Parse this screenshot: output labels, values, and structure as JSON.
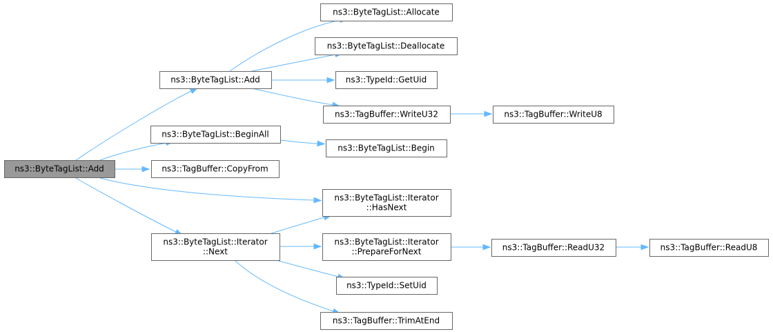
{
  "colors": {
    "edge": "#63b8ff",
    "root_fill": "#999999",
    "node_border": "#666666"
  },
  "nodes": {
    "root": [
      "ns3::ByteTagList::Add"
    ],
    "add": [
      "ns3::ByteTagList::Add"
    ],
    "begin_all": [
      "ns3::ByteTagList::BeginAll"
    ],
    "copy_from": [
      "ns3::TagBuffer::CopyFrom"
    ],
    "iter_next": [
      "ns3::ByteTagList::Iterator",
      "::Next"
    ],
    "allocate": [
      "ns3::ByteTagList::Allocate"
    ],
    "deallocate": [
      "ns3::ByteTagList::Deallocate"
    ],
    "get_uid": [
      "ns3::TypeId::GetUid"
    ],
    "write_u32": [
      "ns3::TagBuffer::WriteU32"
    ],
    "begin": [
      "ns3::ByteTagList::Begin"
    ],
    "has_next": [
      "ns3::ByteTagList::Iterator",
      "::HasNext"
    ],
    "prepare_for_next": [
      "ns3::ByteTagList::Iterator",
      "::PrepareForNext"
    ],
    "set_uid": [
      "ns3::TypeId::SetUid"
    ],
    "trim_at_end": [
      "ns3::TagBuffer::TrimAtEnd"
    ],
    "write_u8": [
      "ns3::TagBuffer::WriteU8"
    ],
    "read_u32": [
      "ns3::TagBuffer::ReadU32"
    ],
    "read_u8": [
      "ns3::TagBuffer::ReadU8"
    ]
  },
  "edges": [
    [
      "root",
      "add"
    ],
    [
      "root",
      "begin_all"
    ],
    [
      "root",
      "copy_from"
    ],
    [
      "root",
      "has_next"
    ],
    [
      "root",
      "iter_next"
    ],
    [
      "add",
      "allocate"
    ],
    [
      "add",
      "deallocate"
    ],
    [
      "add",
      "get_uid"
    ],
    [
      "add",
      "write_u32"
    ],
    [
      "write_u32",
      "write_u8"
    ],
    [
      "begin_all",
      "begin"
    ],
    [
      "iter_next",
      "has_next"
    ],
    [
      "iter_next",
      "prepare_for_next"
    ],
    [
      "iter_next",
      "set_uid"
    ],
    [
      "iter_next",
      "trim_at_end"
    ],
    [
      "prepare_for_next",
      "read_u32"
    ],
    [
      "read_u32",
      "read_u8"
    ]
  ]
}
